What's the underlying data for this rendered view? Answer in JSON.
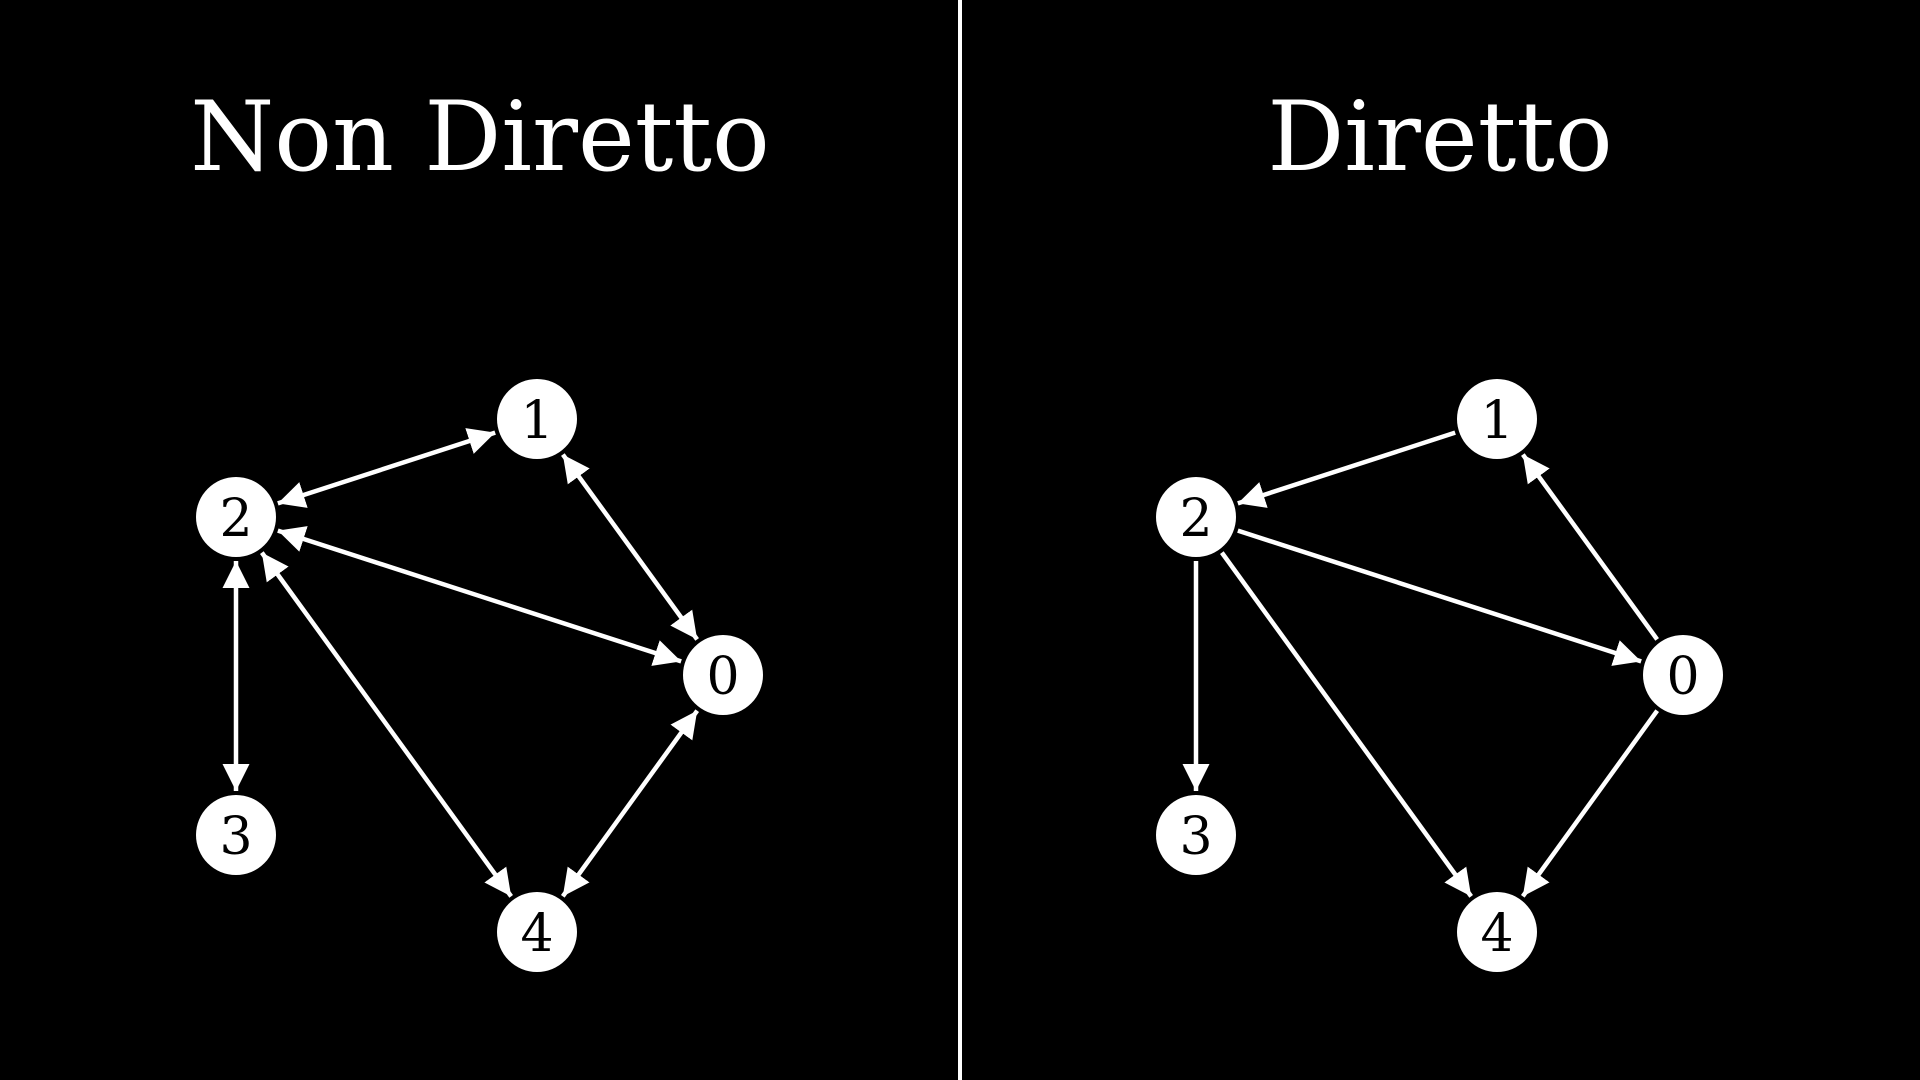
{
  "colors": {
    "background": "#000000",
    "foreground": "#ffffff"
  },
  "panels": [
    {
      "id": "undirected",
      "title": "Non Diretto",
      "nodes": [
        "0",
        "1",
        "2",
        "3",
        "4"
      ],
      "edges": [
        {
          "from": "2",
          "to": "1",
          "arrows": "both"
        },
        {
          "from": "1",
          "to": "0",
          "arrows": "both"
        },
        {
          "from": "2",
          "to": "0",
          "arrows": "both"
        },
        {
          "from": "2",
          "to": "3",
          "arrows": "both"
        },
        {
          "from": "2",
          "to": "4",
          "arrows": "both"
        },
        {
          "from": "0",
          "to": "4",
          "arrows": "both"
        }
      ]
    },
    {
      "id": "directed",
      "title": "Diretto",
      "nodes": [
        "0",
        "1",
        "2",
        "3",
        "4"
      ],
      "edges": [
        {
          "from": "1",
          "to": "2",
          "arrows": "end"
        },
        {
          "from": "0",
          "to": "1",
          "arrows": "end"
        },
        {
          "from": "2",
          "to": "0",
          "arrows": "end"
        },
        {
          "from": "2",
          "to": "3",
          "arrows": "end"
        },
        {
          "from": "2",
          "to": "4",
          "arrows": "end"
        },
        {
          "from": "0",
          "to": "4",
          "arrows": "end"
        }
      ]
    }
  ]
}
